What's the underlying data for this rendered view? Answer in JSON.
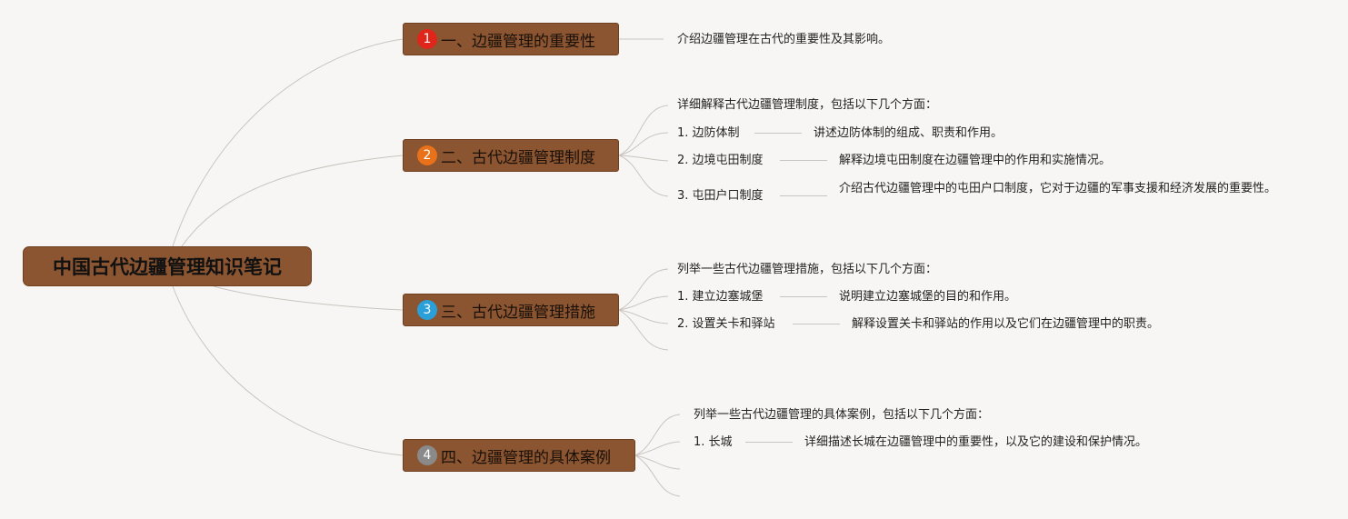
{
  "root": {
    "title": "中国古代边疆管理知识笔记"
  },
  "branches": [
    {
      "num": "1",
      "color": "#e0251b",
      "title": "一、边疆管理的重要性"
    },
    {
      "num": "2",
      "color": "#e8711a",
      "title": "二、古代边疆管理制度"
    },
    {
      "num": "3",
      "color": "#2a9fd8",
      "title": "三、古代边疆管理措施"
    },
    {
      "num": "4",
      "color": "#8a8a8a",
      "title": "四、边疆管理的具体案例"
    }
  ],
  "b1": {
    "desc": "介绍边疆管理在古代的重要性及其影响。"
  },
  "b2": {
    "intro": "详细解释古代边疆管理制度，包括以下几个方面：",
    "items": [
      {
        "label": "1. 边防体制",
        "desc": "讲述边防体制的组成、职责和作用。"
      },
      {
        "label": "2. 边境屯田制度",
        "desc": "解释边境屯田制度在边疆管理中的作用和实施情况。"
      },
      {
        "label": "3. 屯田户口制度",
        "desc": "介绍古代边疆管理中的屯田户口制度，它对于边疆的军事支援和经济发展的重要性。"
      }
    ]
  },
  "b3": {
    "intro": "列举一些古代边疆管理措施，包括以下几个方面：",
    "items": [
      {
        "label": "1. 建立边塞城堡",
        "desc": "说明建立边塞城堡的目的和作用。"
      },
      {
        "label": "2. 设置关卡和驿站",
        "desc": "解释设置关卡和驿站的作用以及它们在边疆管理中的职责。"
      }
    ]
  },
  "b4": {
    "intro": "列举一些古代边疆管理的具体案例，包括以下几个方面：",
    "items": [
      {
        "label": "1. 长城",
        "desc": "详细描述长城在边疆管理中的重要性，以及它的建设和保护情况。"
      }
    ]
  }
}
